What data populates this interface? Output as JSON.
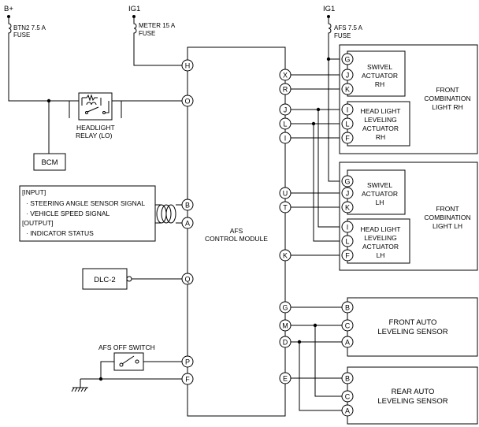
{
  "power": {
    "bplus": "B+",
    "ig1_left": "IG1",
    "ig1_right": "IG1"
  },
  "fuses": {
    "btn2": [
      "BTN2 7.5 A",
      "FUSE"
    ],
    "meter": [
      "METER 15 A",
      "FUSE"
    ],
    "afs": [
      "AFS 7.5 A",
      "FUSE"
    ]
  },
  "relay": [
    "HEADLIGHT",
    "RELAY (LO)"
  ],
  "bcm": "BCM",
  "input_box": {
    "lines": [
      "[INPUT]",
      "· STEERING ANGLE SENSOR SIGNAL",
      "· VEHICLE SPEED SIGNAL",
      "[OUTPUT]",
      "· INDICATOR STATUS"
    ]
  },
  "dlc": "DLC-2",
  "afs_off_switch": "AFS OFF SWITCH",
  "module": [
    "AFS",
    "CONTROL MODULE"
  ],
  "module_pins_left": [
    "H",
    "O",
    "B",
    "A",
    "Q",
    "P",
    "F"
  ],
  "module_pins_right": [
    "X",
    "R",
    "J",
    "L",
    "I",
    "U",
    "T",
    "K",
    "G",
    "M",
    "D",
    "E"
  ],
  "front_rh": {
    "title": [
      "FRONT",
      "COMBINATION",
      "LIGHT RH"
    ],
    "swivel": [
      "SWIVEL",
      "ACTUATOR",
      "RH"
    ],
    "swivel_pins": [
      "G",
      "J",
      "K"
    ],
    "leveling": [
      "HEAD LIGHT",
      "LEVELING",
      "ACTUATOR",
      "RH"
    ],
    "leveling_pins": [
      "I",
      "L",
      "F"
    ]
  },
  "front_lh": {
    "title": [
      "FRONT",
      "COMBINATION",
      "LIGHT LH"
    ],
    "swivel": [
      "SWIVEL",
      "ACTUATOR",
      "LH"
    ],
    "swivel_pins": [
      "G",
      "J",
      "K"
    ],
    "leveling": [
      "HEAD LIGHT",
      "LEVELING",
      "ACTUATOR",
      "LH"
    ],
    "leveling_pins": [
      "I",
      "L",
      "F"
    ]
  },
  "front_sensor": {
    "title": [
      "FRONT AUTO",
      "LEVELING SENSOR"
    ],
    "pins": [
      "B",
      "C",
      "A"
    ]
  },
  "rear_sensor": {
    "title": [
      "REAR AUTO",
      "LEVELING SENSOR"
    ],
    "pins": [
      "B",
      "C",
      "A"
    ]
  }
}
